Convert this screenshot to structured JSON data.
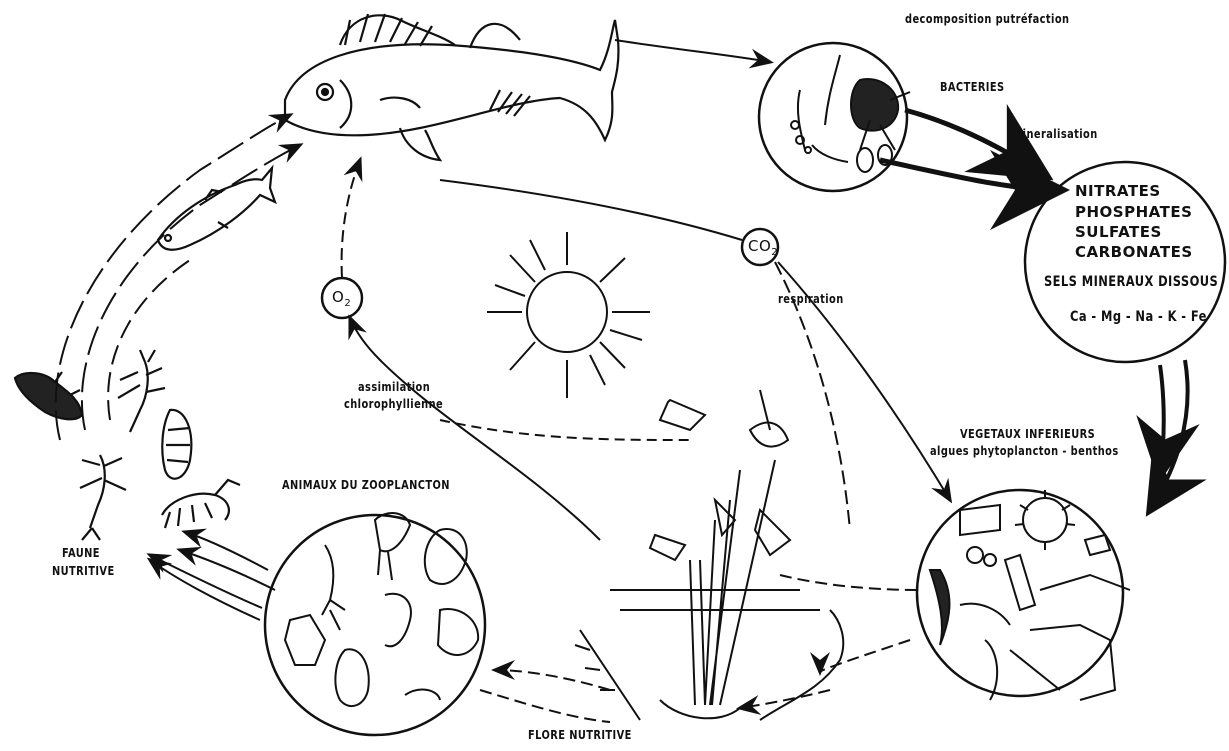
{
  "labels": {
    "decomposition": "decomposition putréfaction",
    "bacteries": "BACTERIES",
    "mineralisation": "mineralisation",
    "nitrates": "NITRATES",
    "phosphates": "PHOSPHATES",
    "sulfates": "SULFATES",
    "carbonates": "CARBONATES",
    "sels": "SELS MINERAUX DISSOUS",
    "ions": "Ca - Mg - Na - K - Fe",
    "co2": "CO",
    "co2_sub": "2",
    "o2": "O",
    "o2_sub": "2",
    "respiration": "respiration",
    "assimilation_1": "assimilation",
    "assimilation_2": "chlorophyllienne",
    "vegetaux_1": "VEGETAUX INFERIEURS",
    "vegetaux_2": "algues phytoplancton - benthos",
    "animaux": "ANIMAUX DU ZOOPLANCTON",
    "faune_1": "FAUNE",
    "faune_2": "NUTRITIVE",
    "flore": "FLORE NUTRITIVE"
  },
  "colors": {
    "ink": "#111111",
    "background": "#ffffff"
  }
}
